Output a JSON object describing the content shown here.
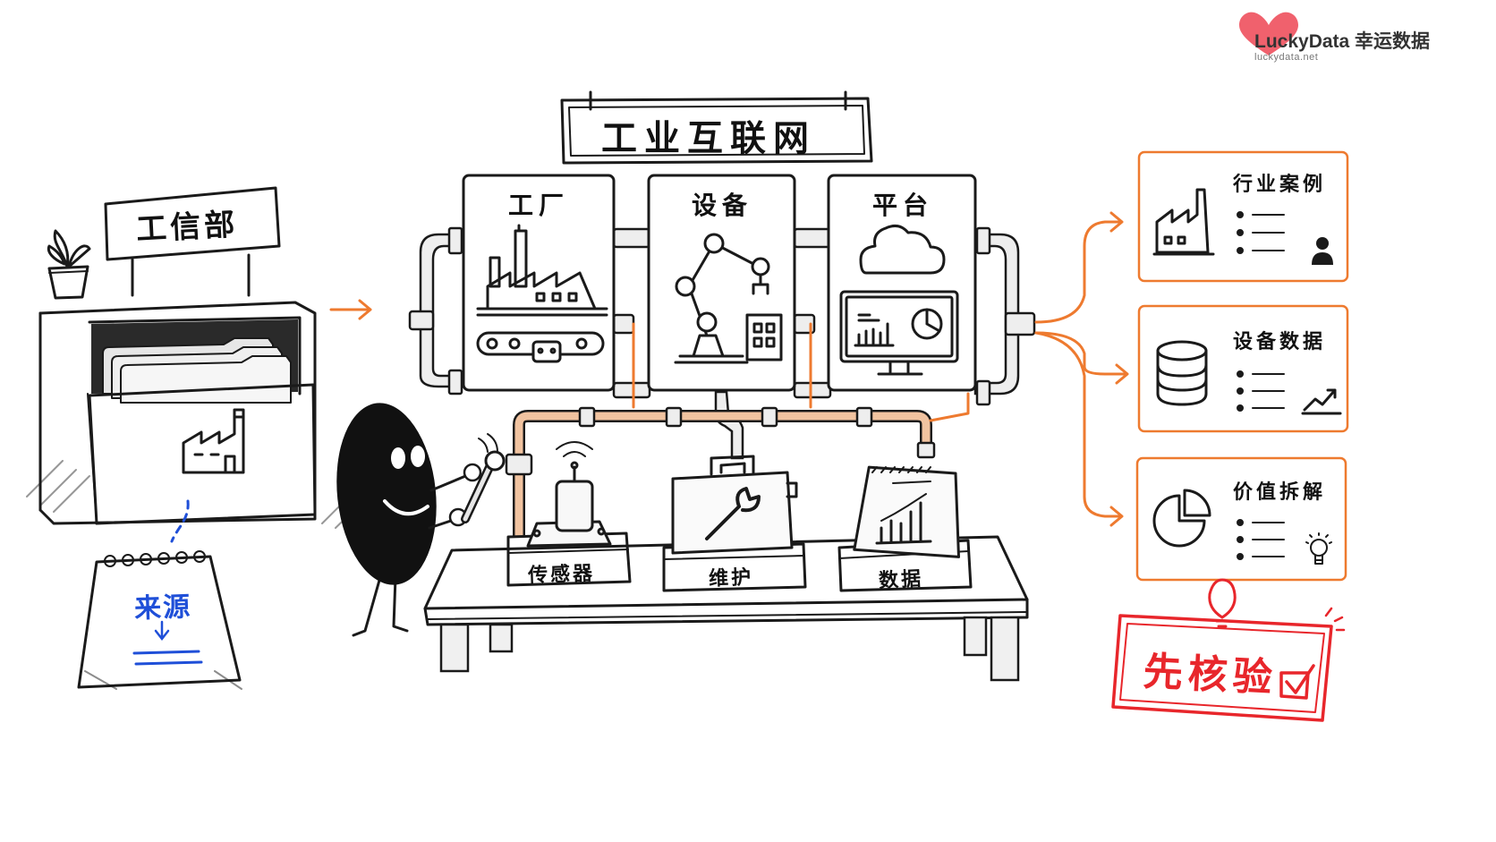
{
  "brand": {
    "name": "LuckyData 幸运数据",
    "url": "luckydata.net",
    "heart_color": "#f0616d"
  },
  "source_panel": {
    "sign": "工信部",
    "calendar_label": "来源"
  },
  "title": "工业互联网",
  "cards": [
    {
      "label": "工厂"
    },
    {
      "label": "设备"
    },
    {
      "label": "平台"
    }
  ],
  "bench_trays": [
    {
      "label": "传感器"
    },
    {
      "label": "维护"
    },
    {
      "label": "数据"
    }
  ],
  "outputs": [
    {
      "label": "行业案例",
      "icon": "factory-icon",
      "badge": "person-icon"
    },
    {
      "label": "设备数据",
      "icon": "database-icon",
      "badge": "trend-icon"
    },
    {
      "label": "价值拆解",
      "icon": "pie-chart-icon",
      "badge": "lightbulb-icon"
    }
  ],
  "stamp": {
    "text": "先核验",
    "color": "#e8262b"
  },
  "colors": {
    "accent": "#ee7a2f",
    "ink": "#1a1a1a",
    "calendar_ink": "#1f4fd8"
  }
}
